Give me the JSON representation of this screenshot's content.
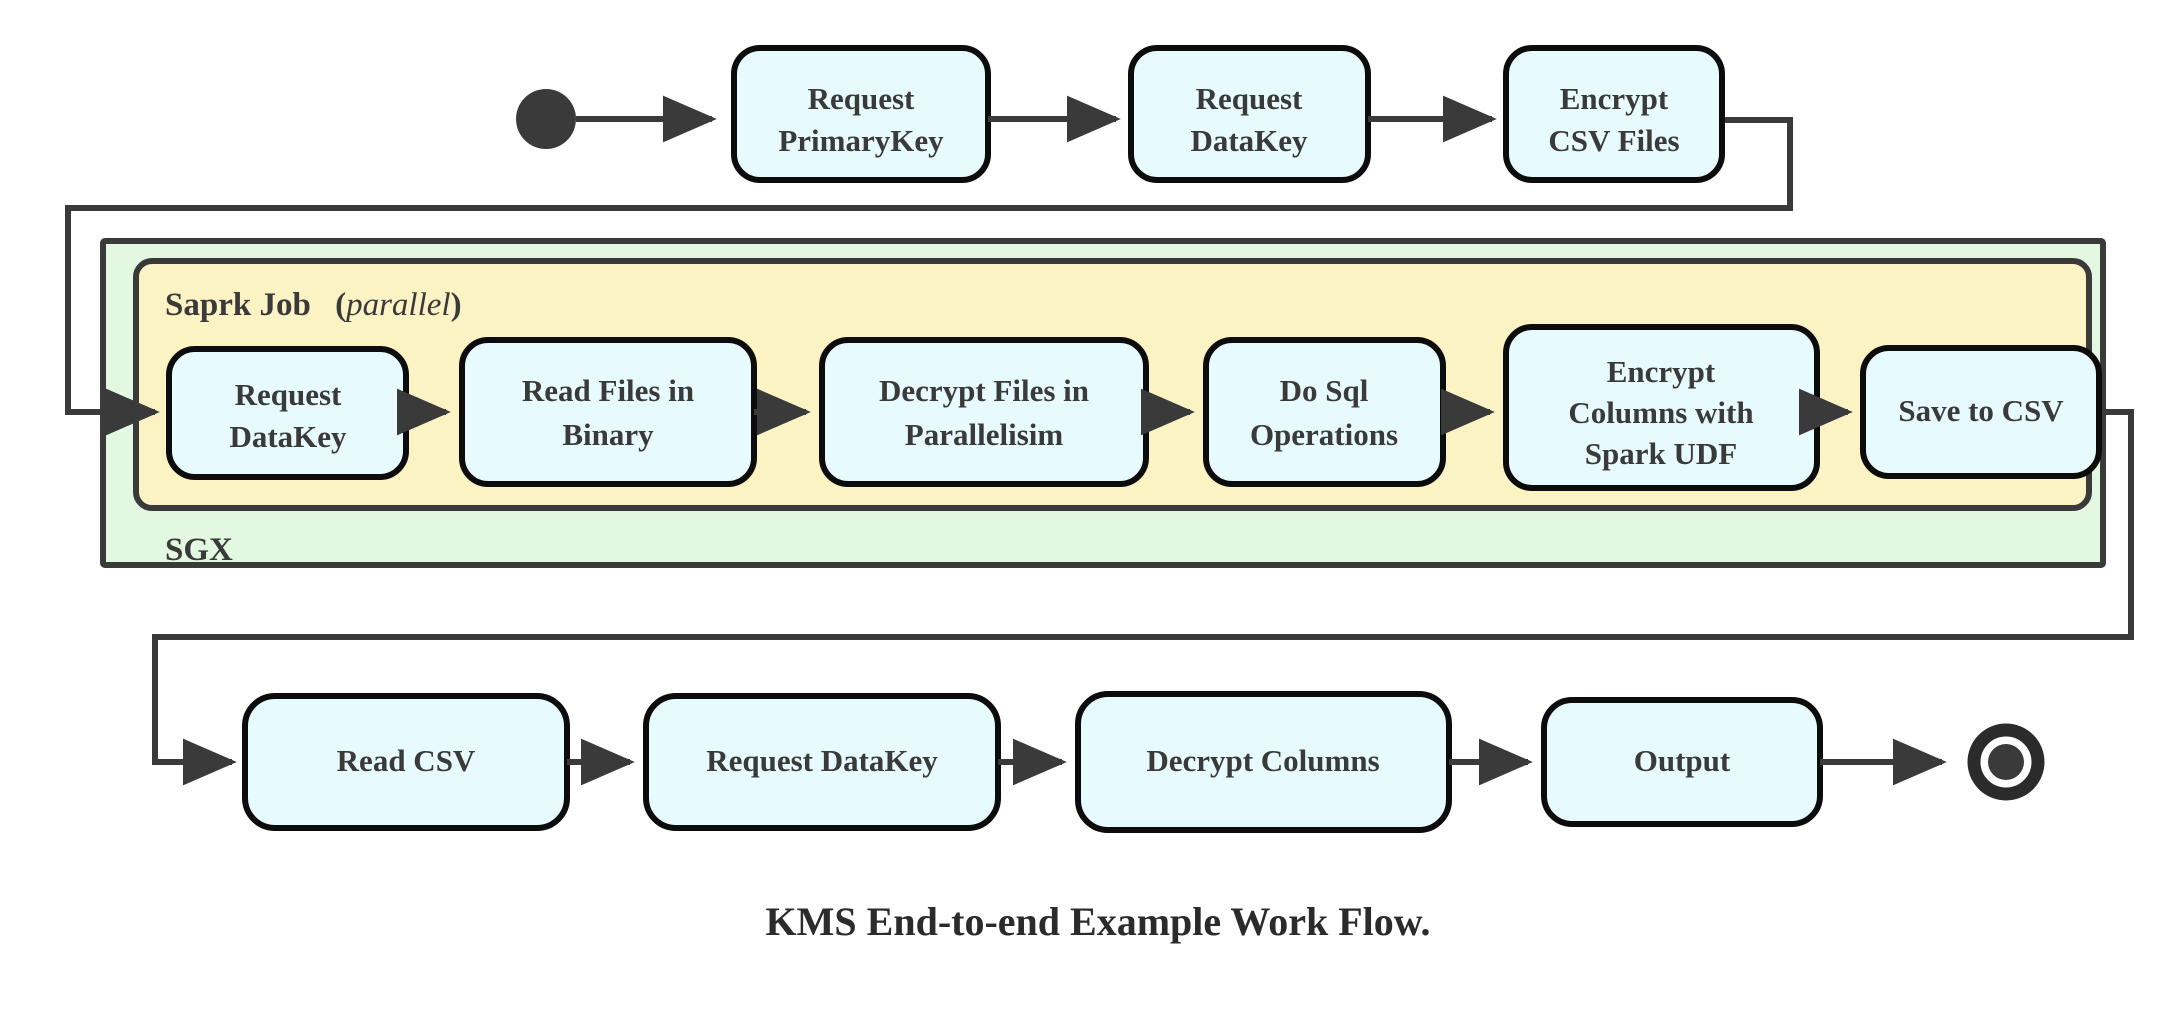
{
  "diagram": {
    "caption": "KMS End-to-end Example Work Flow.",
    "colors": {
      "node_fill": "#e7fafd",
      "node_stroke": "#0c0c0c",
      "sgx_fill": "#e3f8e0",
      "spark_fill": "#fbf3c4",
      "group_stroke": "#3a3a3a",
      "edge": "#3a3a3a",
      "text": "#3a3a3a",
      "background": "#ffffff"
    },
    "groups": {
      "sgx": {
        "label": "SGX"
      },
      "spark": {
        "label": "Saprk Job",
        "qualifier": "parallel",
        "qualifier_open": "(",
        "qualifier_close": ")"
      }
    },
    "markers": {
      "start": "start-node",
      "end": "end-node"
    },
    "rows": {
      "top": {
        "name": "outer-flow-top",
        "nodes": [
          {
            "id": "request-primarykey",
            "lines": [
              "Request",
              "PrimaryKey"
            ]
          },
          {
            "id": "request-datakey-top",
            "lines": [
              "Request",
              "DataKey"
            ]
          },
          {
            "id": "encrypt-csv-files",
            "lines": [
              "Encrypt",
              "CSV Files"
            ]
          }
        ]
      },
      "spark": {
        "name": "spark-job-flow",
        "nodes": [
          {
            "id": "request-datakey-spark",
            "lines": [
              "Request",
              "DataKey"
            ]
          },
          {
            "id": "read-files-in-binary",
            "lines": [
              "Read Files in",
              "Binary"
            ]
          },
          {
            "id": "decrypt-files-in-parallelisim",
            "lines": [
              "Decrypt Files in",
              "Parallelisim"
            ]
          },
          {
            "id": "do-sql-operations",
            "lines": [
              "Do Sql",
              "Operations"
            ]
          },
          {
            "id": "encrypt-columns-with-spark-udf",
            "lines": [
              "Encrypt",
              "Columns with",
              "Spark UDF"
            ]
          },
          {
            "id": "save-to-csv",
            "lines": [
              "Save to CSV"
            ]
          }
        ]
      },
      "bottom": {
        "name": "outer-flow-bottom",
        "nodes": [
          {
            "id": "read-csv",
            "lines": [
              "Read CSV"
            ]
          },
          {
            "id": "request-datakey-bottom",
            "lines": [
              "Request DataKey"
            ]
          },
          {
            "id": "decrypt-columns",
            "lines": [
              "Decrypt Columns"
            ]
          },
          {
            "id": "output",
            "lines": [
              "Output"
            ]
          }
        ]
      }
    }
  }
}
